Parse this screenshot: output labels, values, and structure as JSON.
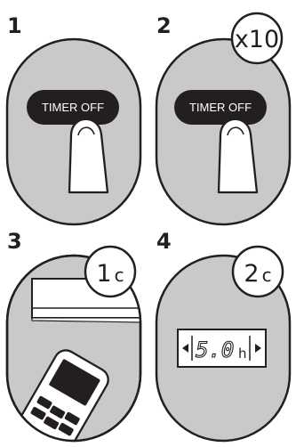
{
  "steps": [
    {
      "number": "1",
      "button_label": "TIMER OFF"
    },
    {
      "number": "2",
      "button_label": "TIMER OFF",
      "badge": "x10"
    },
    {
      "number": "3",
      "badge_main": "1",
      "badge_sub": "c"
    },
    {
      "number": "4",
      "badge_main": "2",
      "badge_sub": "c",
      "display_value": "5.0",
      "display_unit": "h"
    }
  ],
  "colors": {
    "panel_fill": "#c9c9ca",
    "outline": "#231f20",
    "button_fill": "#231f20",
    "label_text": "#ffffff"
  },
  "icons": [
    "finger-press-icon",
    "air-conditioner-unit-icon",
    "remote-control-icon",
    "arrow-left-icon",
    "arrow-right-icon"
  ]
}
